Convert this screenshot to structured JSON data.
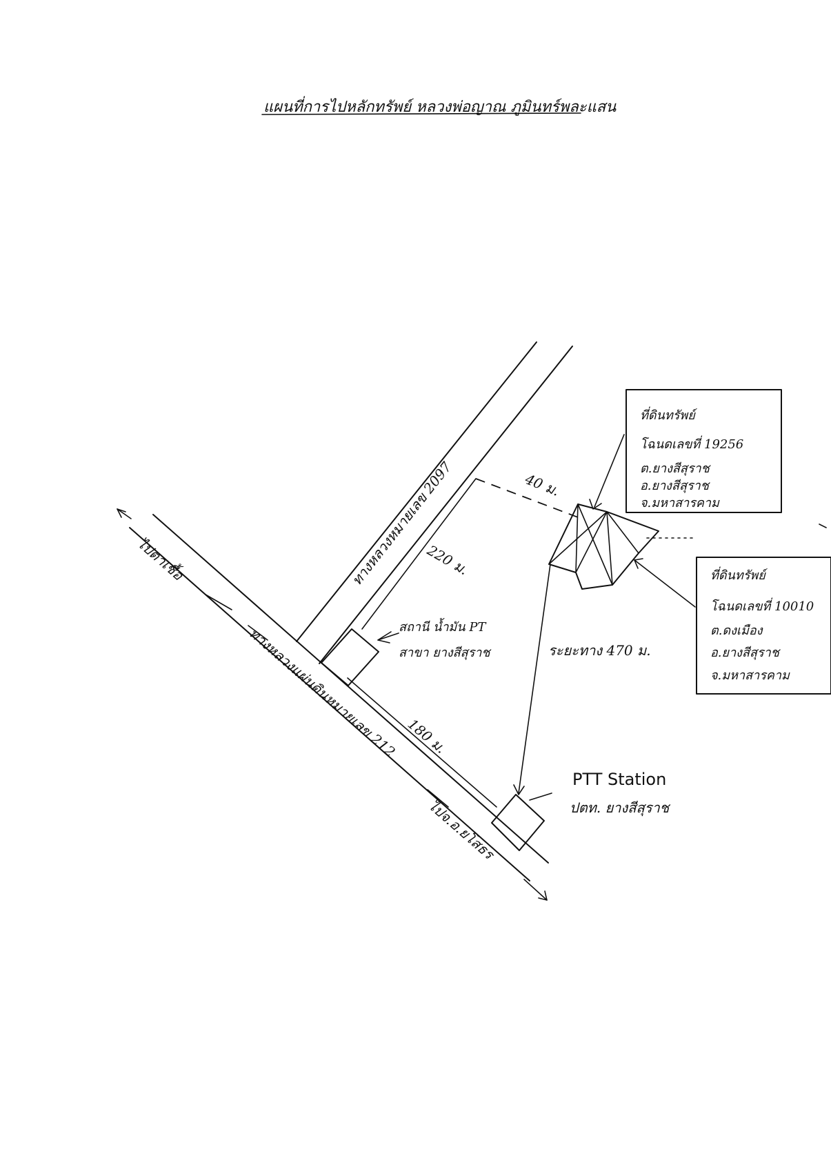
{
  "title": "แผนที่การไปหลักทรัพย์ หลวงพ่อญาณ ภูมินทร์พละแสน",
  "roads": {
    "main_road": "ทางหลวงแผ่นดินหมายเลข 212",
    "side_road": "ทางหลวงหมายเลข 2097",
    "dir_up": "ไปตาเชื้อ",
    "dir_down": "ไปจ.อ.ยโสธร"
  },
  "distances": {
    "top_dashed": "40 ม.",
    "side_segment": "220 ม.",
    "main_segment": "180 ม.",
    "station_to_land": "ระยะทาง 470 ม."
  },
  "stations": {
    "small_station_line1": "สถานี น้ำมัน PT",
    "small_station_line2": "สาขา ยางสีสุราช",
    "pt_station_name": "PTT Station",
    "pt_station_sub": "ปตท. ยางสีสุราช"
  },
  "land_box_1": {
    "line1": "ที่ดินทรัพย์",
    "line2": "โฉนดเลขที่ 19256",
    "line3": "ต.ยางสีสุราช",
    "line4": "อ.ยางสีสุราช",
    "line5": "จ.มหาสารคาม"
  },
  "land_box_2": {
    "line1": "ที่ดินทรัพย์",
    "line2": "โฉนดเลขที่ 10010",
    "line3": "ต.ดงเมือง",
    "line4": "อ.ยางสีสุราช",
    "line5": "จ.มหาสารคาม"
  }
}
